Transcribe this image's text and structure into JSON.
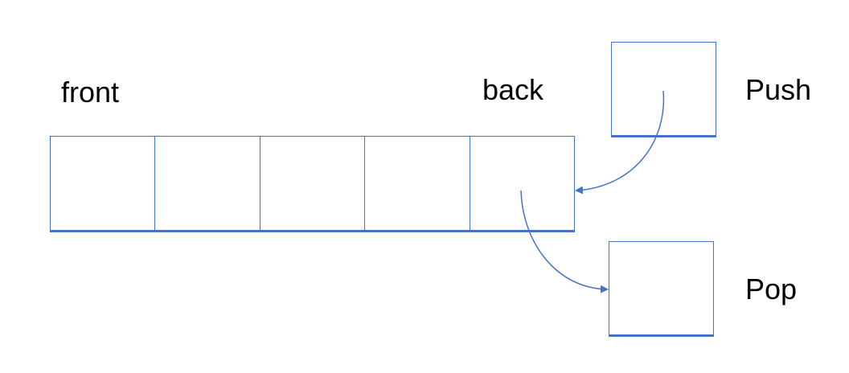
{
  "labels": {
    "front": "front",
    "back": "back",
    "push": "Push",
    "pop": "Pop"
  },
  "queue": {
    "cell_count": 5
  },
  "colors": {
    "stroke": "#4472c4",
    "text": "#000000",
    "background": "#ffffff"
  }
}
